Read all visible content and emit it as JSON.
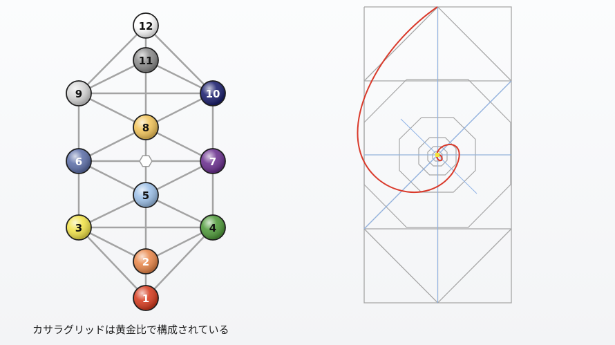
{
  "caption": "カサラグリッドは黄金比で構成されている",
  "tree": {
    "nodes": [
      {
        "id": "12",
        "label": "12",
        "color": "#ffffff",
        "text_color": "#111111"
      },
      {
        "id": "11",
        "label": "11",
        "color": "#8c8c8c",
        "text_color": "#111111"
      },
      {
        "id": "9",
        "label": "9",
        "color": "#d6d6d6",
        "text_color": "#111111"
      },
      {
        "id": "10",
        "label": "10",
        "color": "#1b1f6e",
        "text_color": "#ffffff"
      },
      {
        "id": "8",
        "label": "8",
        "color": "#f2c45a",
        "text_color": "#111111"
      },
      {
        "id": "6",
        "label": "6",
        "color": "#5d6fa8",
        "text_color": "#ffffff"
      },
      {
        "id": "7",
        "label": "7",
        "color": "#6a2f8e",
        "text_color": "#ffffff"
      },
      {
        "id": "5",
        "label": "5",
        "color": "#9cc0e8",
        "text_color": "#111111"
      },
      {
        "id": "3",
        "label": "3",
        "color": "#f2e34a",
        "text_color": "#111111"
      },
      {
        "id": "4",
        "label": "4",
        "color": "#4f9a3a",
        "text_color": "#111111"
      },
      {
        "id": "2",
        "label": "2",
        "color": "#e9874a",
        "text_color": "#ffffff"
      },
      {
        "id": "1",
        "label": "1",
        "color": "#d63b1e",
        "text_color": "#ffffff"
      }
    ],
    "center_node": {
      "id": "hex",
      "shape": "hexagon",
      "color": "#ffffff"
    },
    "edge_color": "#a3a3a3"
  },
  "spiral_figure": {
    "frame_color": "#a6a6a6",
    "diagonal_color": "#8fb3e6",
    "spiral_color": "#d93a2b",
    "center_dot_color": "#f2e23a"
  }
}
